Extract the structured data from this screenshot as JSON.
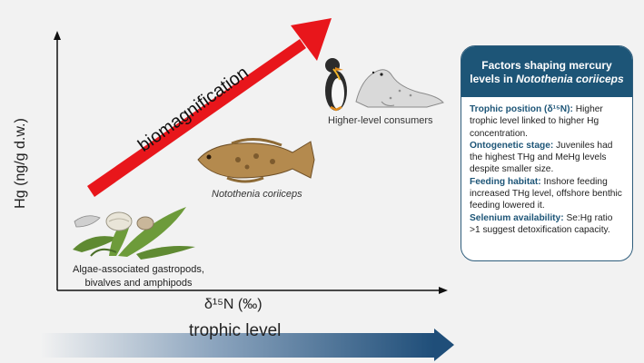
{
  "axes": {
    "y_label": "Hg (ng/g d.w.)",
    "x_label": "δ¹⁵N (‰)",
    "trophic_label": "trophic level"
  },
  "arrow_label": "biomagnification",
  "organisms": {
    "top": "Higher-level consumers",
    "middle": "Notothenia coriiceps",
    "bottom_line1": "Algae-associated gastropods,",
    "bottom_line2": "bivalves and amphipods"
  },
  "panel": {
    "title_line1": "Factors shaping mercury",
    "title_line2_prefix": "levels in ",
    "title_line2_species": "Notothenia coriiceps",
    "items": [
      {
        "heading": "Trophic position (δ¹⁵N):",
        "text": " Higher trophic level linked to higher Hg concentration."
      },
      {
        "heading": "Ontogenetic stage:",
        "text": " Juveniles had the highest THg and MeHg levels despite smaller size."
      },
      {
        "heading": "Feeding habitat:",
        "text": " Inshore feeding increased THg level, offshore benthic feeding lowered it."
      },
      {
        "heading": "Selenium availability:",
        "text": " Se:Hg ratio >1 suggest detoxification capacity."
      }
    ]
  },
  "colors": {
    "arrow_red": "#e8161b",
    "panel_navy": "#1d5577",
    "gradient_start": "#f2f2f2",
    "gradient_end": "#1f4e79"
  }
}
